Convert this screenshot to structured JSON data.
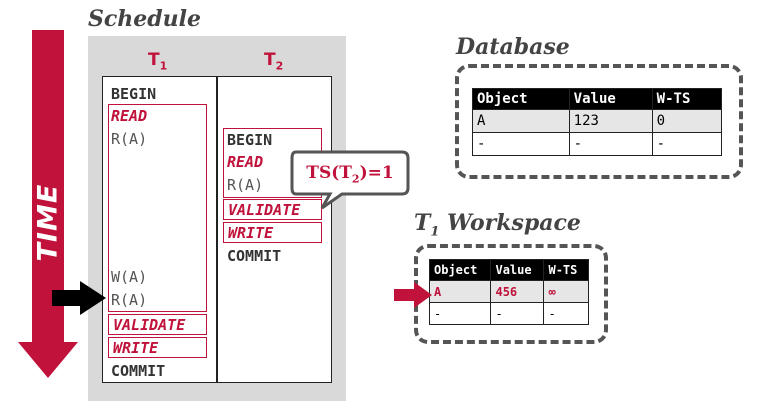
{
  "schedule_title": "Schedule",
  "time_label": "TIME",
  "t1_header": "T",
  "t1_sub": "1",
  "t2_header": "T",
  "t2_sub": "2",
  "t1_ops": {
    "begin": "BEGIN",
    "read_phase": "READ",
    "read_a": "R(A)",
    "write_a": "W(A)",
    "read_a2": "R(A)",
    "validate_phase": "VALIDATE",
    "write_phase": "WRITE",
    "commit": "COMMIT"
  },
  "t2_ops": {
    "begin": "BEGIN",
    "read_phase": "READ",
    "read_a": "R(A)",
    "validate_phase": "VALIDATE",
    "write_phase": "WRITE",
    "commit": "COMMIT"
  },
  "ts_callout": {
    "prefix": "TS(T",
    "sub": "2",
    "suffix": ")=1"
  },
  "database": {
    "title": "Database",
    "headers": [
      "Object",
      "Value",
      "W-TS"
    ],
    "rows": [
      [
        "A",
        "123",
        "0"
      ],
      [
        "-",
        "-",
        "-"
      ]
    ]
  },
  "workspace": {
    "title_t": "T",
    "title_sub": "1",
    "title_rest": "Workspace",
    "headers": [
      "Object",
      "Value",
      "W-TS"
    ],
    "rows": [
      [
        "A",
        "456",
        "∞"
      ],
      [
        "-",
        "-",
        "-"
      ]
    ]
  },
  "colors": {
    "accent": "#c0123a",
    "schedule_bg": "#d9d9d9",
    "row_shade": "#e6e6e6"
  }
}
